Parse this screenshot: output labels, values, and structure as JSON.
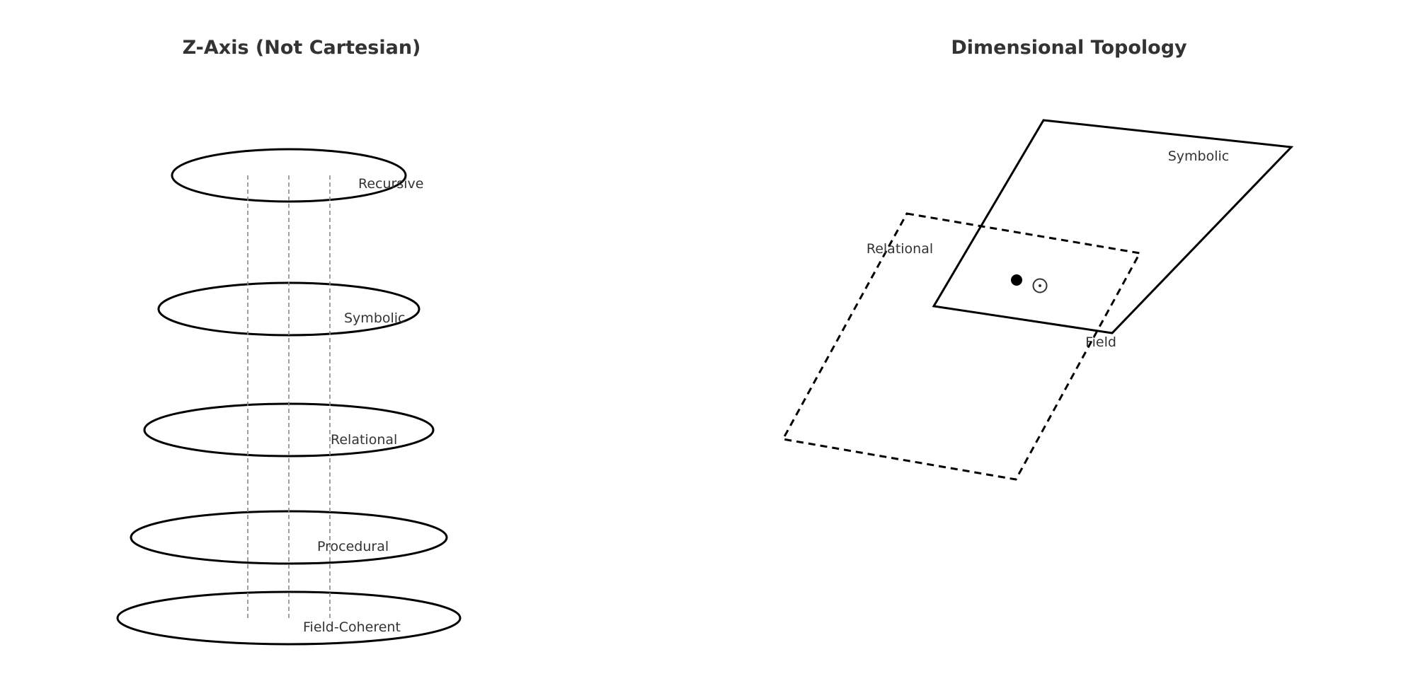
{
  "left_panel": {
    "title": "Z-Axis (Not Cartesian)",
    "layers": [
      "Recursive",
      "Symbolic",
      "Relational",
      "Procedural",
      "Field-Coherent"
    ]
  },
  "right_panel": {
    "title": "Dimensional Topology",
    "labels": {
      "symbolic": "Symbolic",
      "relational": "Relational",
      "field": "Field"
    }
  }
}
